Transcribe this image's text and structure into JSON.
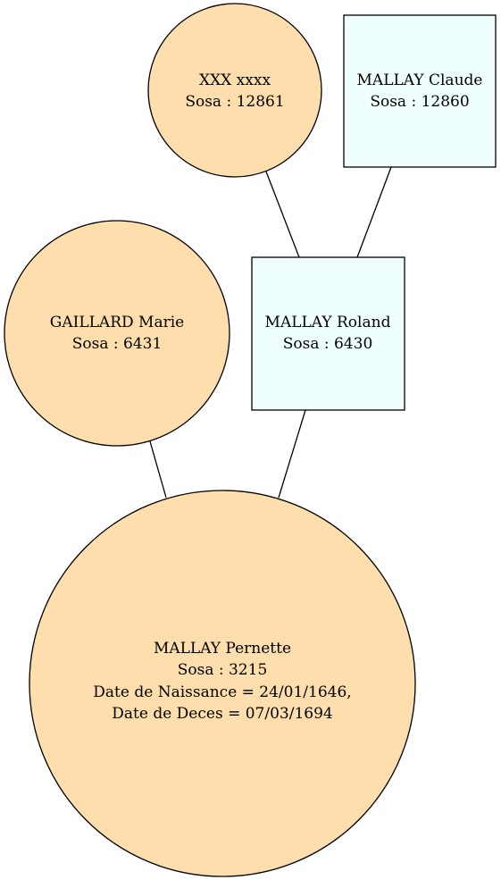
{
  "colors": {
    "female_fill": "#fddeac",
    "male_fill": "#effffd",
    "stroke": "#000000",
    "background": "#ffffff"
  },
  "nodes": {
    "xxx": {
      "shape": "circle",
      "name": "XXX xxxx",
      "sosa": "Sosa : 12861"
    },
    "mallay_claude": {
      "shape": "box",
      "name": "MALLAY Claude",
      "sosa": "Sosa : 12860"
    },
    "gaillard_marie": {
      "shape": "circle",
      "name": "GAILLARD Marie",
      "sosa": "Sosa : 6431"
    },
    "mallay_roland": {
      "shape": "box",
      "name": "MALLAY Roland",
      "sosa": "Sosa : 6430"
    },
    "mallay_pernette": {
      "shape": "circle",
      "name": "MALLAY Pernette",
      "sosa": "Sosa : 3215",
      "birth": "Date de Naissance = 24/01/1646,",
      "death": "Date de Deces = 07/03/1694"
    }
  }
}
